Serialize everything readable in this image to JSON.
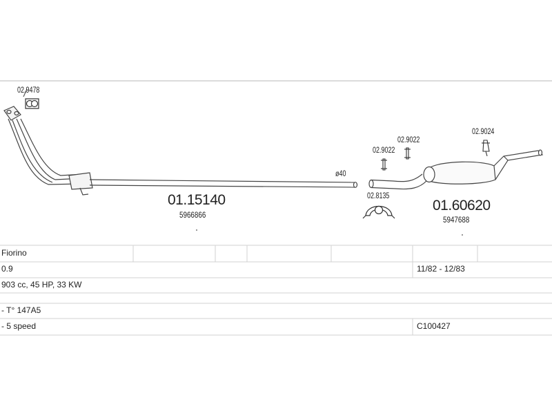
{
  "diagram": {
    "parts": {
      "front_pipe_code": "01.15140",
      "front_pipe_oe": "5966866",
      "diameter_label": "ø40",
      "rear_silencer_code": "01.60620",
      "rear_silencer_oe": "5947688",
      "clamp_code": "02.9478",
      "hanger_a_code": "02.9022",
      "hanger_b_code": "02.9022",
      "hanger_c_code": "02.9024",
      "ring_code": "02.8135"
    }
  },
  "table": {
    "rows": [
      {
        "left": "Fiorino",
        "right": ""
      },
      {
        "left": "0.9",
        "right": "11/82 - 12/83"
      },
      {
        "left": "903 cc, 45 HP, 33 KW",
        "right": ""
      },
      {
        "left": "",
        "right": ""
      },
      {
        "left": "- T° 147A5",
        "right": ""
      },
      {
        "left": "- 5 speed",
        "right": "C100427"
      }
    ]
  }
}
